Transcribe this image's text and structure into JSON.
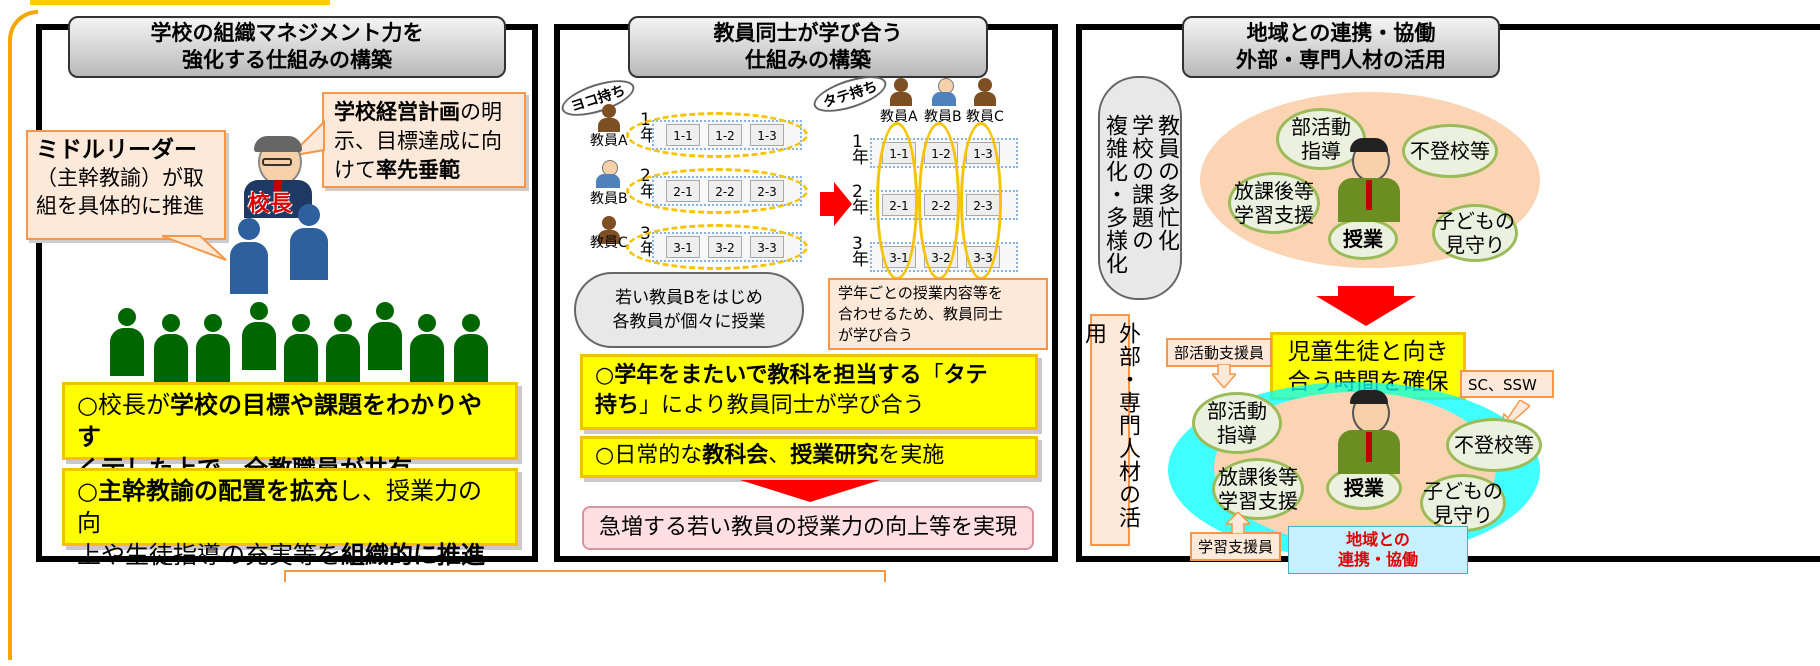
{
  "panel1": {
    "title_line1": "学校の組織マネジメント力を",
    "title_line2": "強化する仕組みの構築",
    "callout_principal": [
      "学校経営計画",
      "の明",
      "示、目標達成に向",
      "けて",
      "率先垂範"
    ],
    "principal_label": "校長",
    "callout_middle_title": "ミドルリーダー",
    "callout_middle_line2": "（主幹教諭）が取",
    "callout_middle_line3": "組を具体的に推進",
    "box1": [
      "○校長が",
      "学校の目標や課題をわかりやす",
      "く示した上で、全教職員が共有"
    ],
    "box2": [
      "○",
      "主幹教諭の配置を拡充",
      "し、授業力の向",
      "上や生徒指導の充実等を",
      "組織的に推進"
    ]
  },
  "panel2": {
    "title_line1": "教員同士が学び合う",
    "title_line2": "仕組みの構築",
    "tag_yoko": "ヨコ持ち",
    "tag_tate": "タテ持ち",
    "teachers_left": [
      "教員A",
      "教員B",
      "教員C"
    ],
    "grades_left": [
      "1\n年",
      "2\n年",
      "3\n年"
    ],
    "rows": [
      [
        "1-1",
        "1-2",
        "1-3"
      ],
      [
        "2-1",
        "2-2",
        "2-3"
      ],
      [
        "3-1",
        "3-2",
        "3-3"
      ]
    ],
    "teachers_right": [
      "教員A",
      "教員B",
      "教員C"
    ],
    "cloud_text": [
      "若い教員Bをはじめ",
      "各教員が個々に授業"
    ],
    "orange_note": [
      "学年ごとの授業内容等を",
      "合わせるため、教員同士",
      "が学び合う"
    ],
    "box1": [
      "○",
      "学年をまたいで教科を担当する",
      "「",
      "タテ",
      "持ち",
      "」により教員同士が学び合う"
    ],
    "box2": [
      "○日常的な",
      "教科会",
      "、",
      "授業研究",
      "を実施"
    ],
    "result": "急増する若い教員の授業力の向上等を実現"
  },
  "panel3": {
    "title_line1": "地域との連携・協働",
    "title_line2": "外部・専門人材の活用",
    "cloud_vertical": [
      "教員の多忙化",
      "学校の課題の",
      "複雑化・多様化"
    ],
    "vertical_label": "外部・専門人材の活用",
    "top_bubbles": [
      "部活動\n指導",
      "不登校等",
      "放課後等\n学習支援",
      "子どもの\n見守り",
      "授業"
    ],
    "middle_box": [
      "児童生徒と向き",
      "合う時間を確保"
    ],
    "tag_club": "部活動支援員",
    "tag_sc": "SC、SSW",
    "tag_learn": "学習支援員",
    "bottom_bubbles": [
      "部活動\n指導",
      "不登校等",
      "放課後等\n学習支援",
      "子どもの\n見守り",
      "授業"
    ],
    "community_label": [
      "地域との",
      "連携・協働"
    ]
  },
  "colors": {
    "accent_yellow": "#ffff00",
    "orange": "#f79646",
    "red_arrow": "#ff0000",
    "green_people": "#006600",
    "blue_people": "#2e5f9e"
  }
}
